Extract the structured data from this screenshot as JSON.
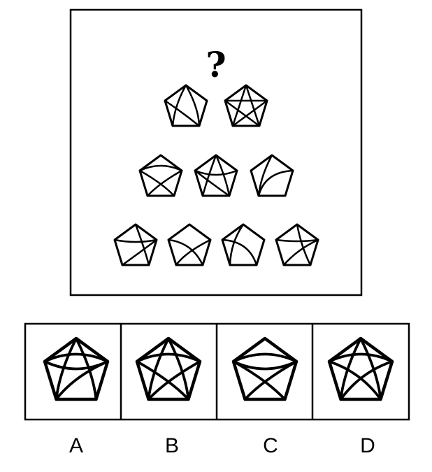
{
  "puzzle": {
    "question_mark": "?",
    "options": [
      {
        "label": "A"
      },
      {
        "label": "B"
      },
      {
        "label": "C"
      },
      {
        "label": "D"
      }
    ]
  }
}
